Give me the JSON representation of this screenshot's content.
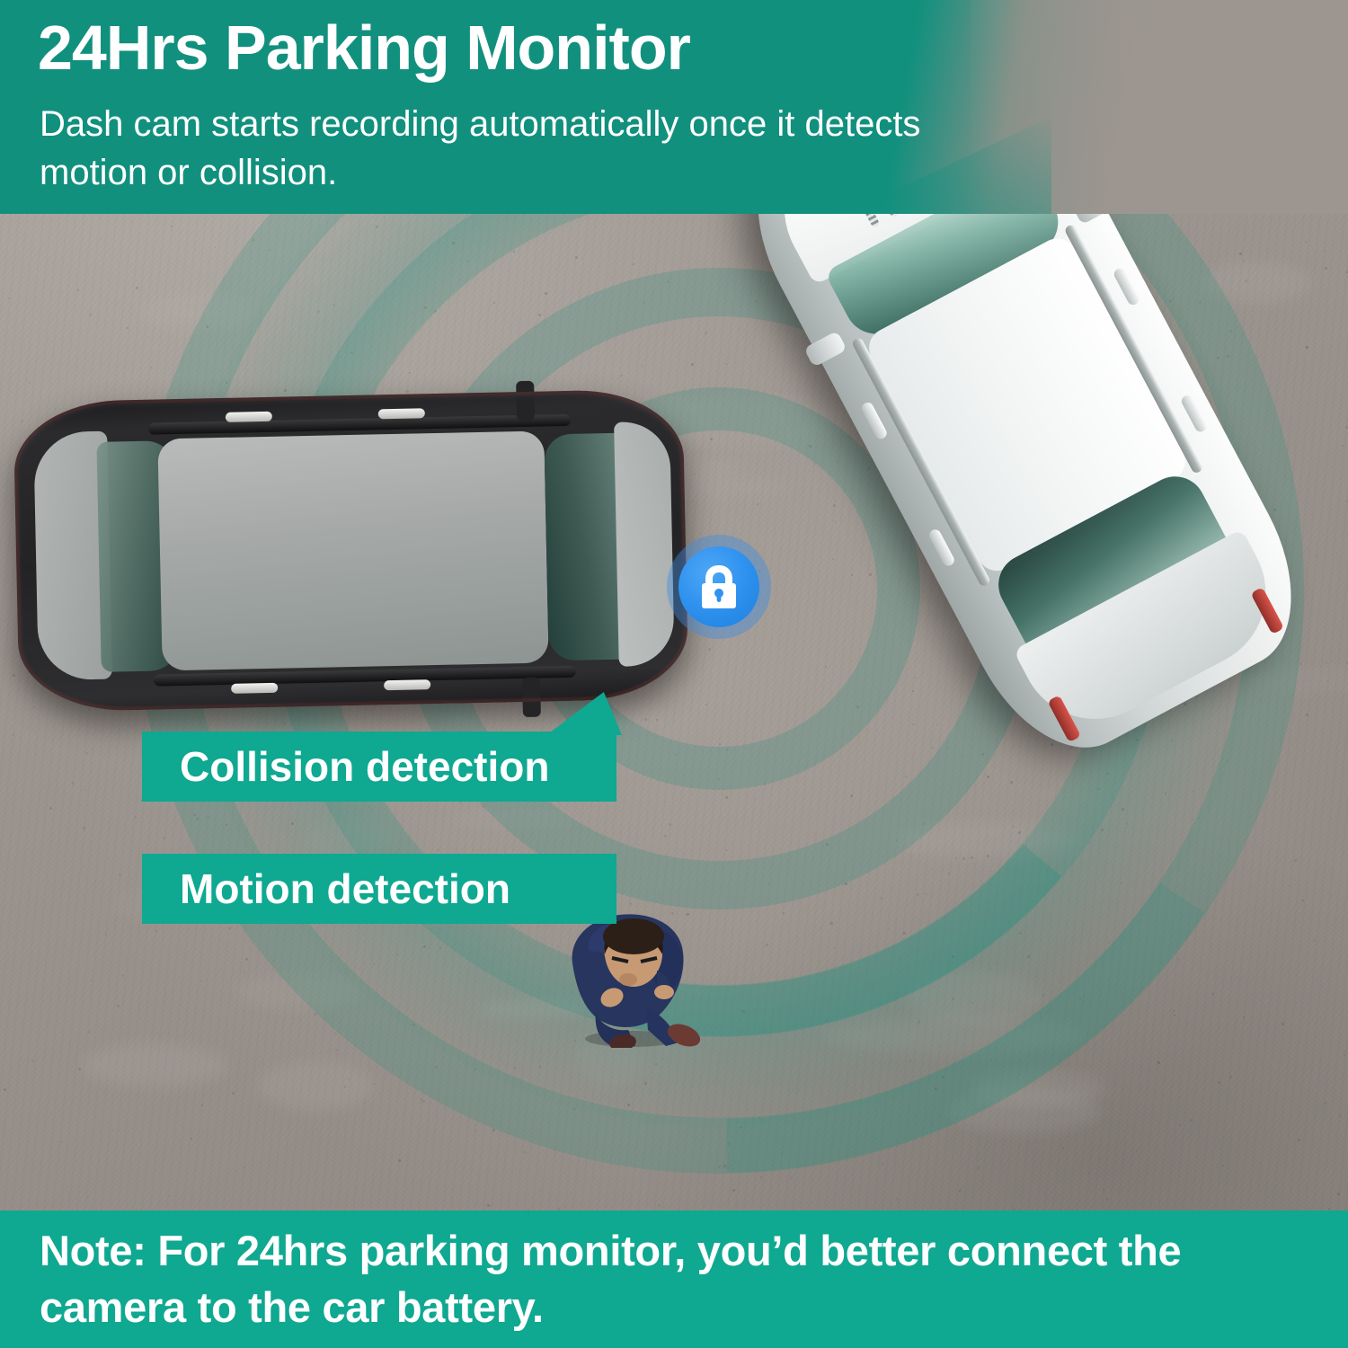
{
  "header": {
    "title": "24Hrs Parking Monitor",
    "subtitle": "Dash cam starts recording automatically once it detects motion or collision.",
    "background_color": "#12907e",
    "text_color": "#ffffff"
  },
  "scene": {
    "surface": "concrete-parking-lot",
    "surface_color": "#9c958f",
    "ring_color": "#12907e",
    "dark_car": {
      "name": "dark-hatchback",
      "color": "#232325"
    },
    "white_car": {
      "name": "white-sedan",
      "color": "#f2f4f4"
    },
    "person": {
      "name": "pedestrian-top-down",
      "suit_color": "#27355f",
      "shoe_color": "#6b3a33"
    }
  },
  "lock_badge": {
    "icon": "lock-icon",
    "core_color": "#2f92ef",
    "glow_color": "#408ce0"
  },
  "badges": [
    {
      "id": "collision",
      "label": "Collision detection",
      "color": "#0fa891",
      "has_tail": true
    },
    {
      "id": "motion",
      "label": "Motion detection",
      "color": "#0fa891",
      "has_tail": false
    }
  ],
  "note": {
    "text": "Note: For 24hrs parking monitor, you’d better connect the camera to the car battery.",
    "background_color": "#0fa891",
    "text_color": "#ffffff"
  }
}
